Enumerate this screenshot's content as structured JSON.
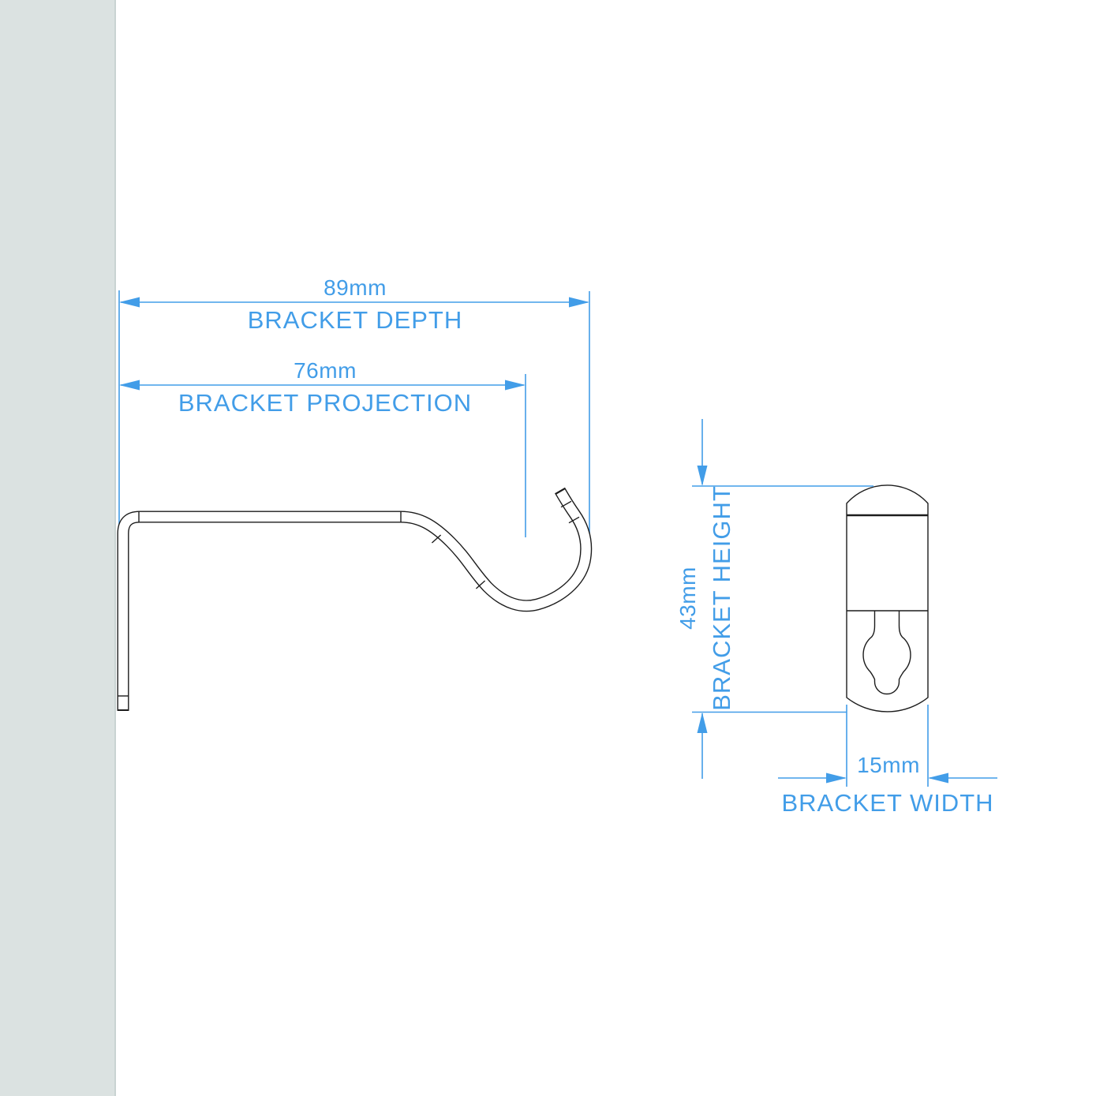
{
  "diagram_title": "Curtain bracket dimension diagram",
  "colors": {
    "dimension": "#429de8",
    "outline": "#1c1c1c",
    "wall": "#dbe2e1",
    "wall-edge": "#c9d3d2",
    "background": "#ffffff"
  },
  "dimensions": {
    "depth": {
      "value": "89mm",
      "label": "BRACKET DEPTH"
    },
    "projection": {
      "value": "76mm",
      "label": "BRACKET PROJECTION"
    },
    "height": {
      "value": "43mm",
      "label": "BRACKET HEIGHT"
    },
    "width": {
      "value": "15mm",
      "label": "BRACKET WIDTH"
    }
  }
}
